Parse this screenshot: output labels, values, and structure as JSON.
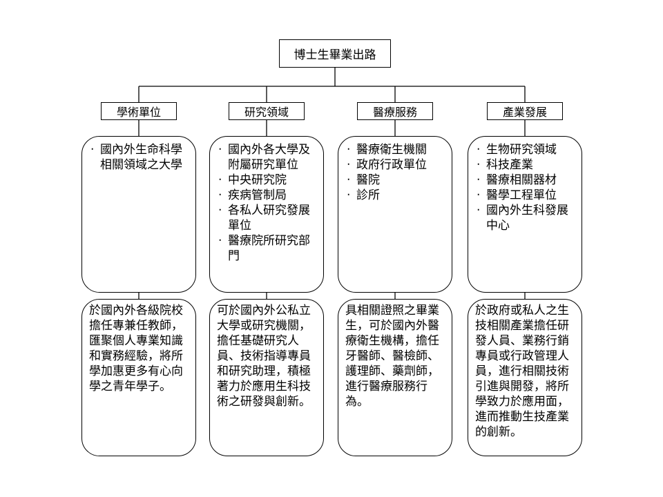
{
  "title": "博士生畢業出路",
  "bullet_char": "‧",
  "columns": [
    {
      "header": "學術單位",
      "items": [
        "國內外生命科學相關領域之大學"
      ],
      "description": "於國內外各級院校擔任專兼任教師，匯聚個人專業知識和實務經驗，將所學加惠更多有心向學之青年學子。"
    },
    {
      "header": "研究領域",
      "items": [
        "國內外各大學及附屬研究單位",
        "中央研究院",
        "疾病管制局",
        "各私人研究發展單位",
        "醫療院所研究部門"
      ],
      "description": "可於國內外公私立大學或研究機關，擔任基礎研究人員、技術指導專員和研究助理，積極著力於應用生科技術之研發與創新。"
    },
    {
      "header": "醫療服務",
      "items": [
        "醫療衛生機關",
        "政府行政單位",
        "醫院",
        "診所"
      ],
      "description": "具相關證照之畢業生，可於國內外醫療衛生機構，擔任牙醫師、醫檢師、護理師、藥劑師，進行醫療服務行為。"
    },
    {
      "header": "產業發展",
      "items": [
        "生物研究領域",
        "科技產業",
        "醫療相關器材",
        "醫學工程單位",
        "國內外生科發展中心"
      ],
      "description": "於政府或私人之生技相關產業擔任研發人員、業務行銷專員或行政管理人員，進行相關技術引進與開發，將所學致力於應用面，進而推動生技產業的創新。"
    }
  ],
  "line_color": "#000000"
}
